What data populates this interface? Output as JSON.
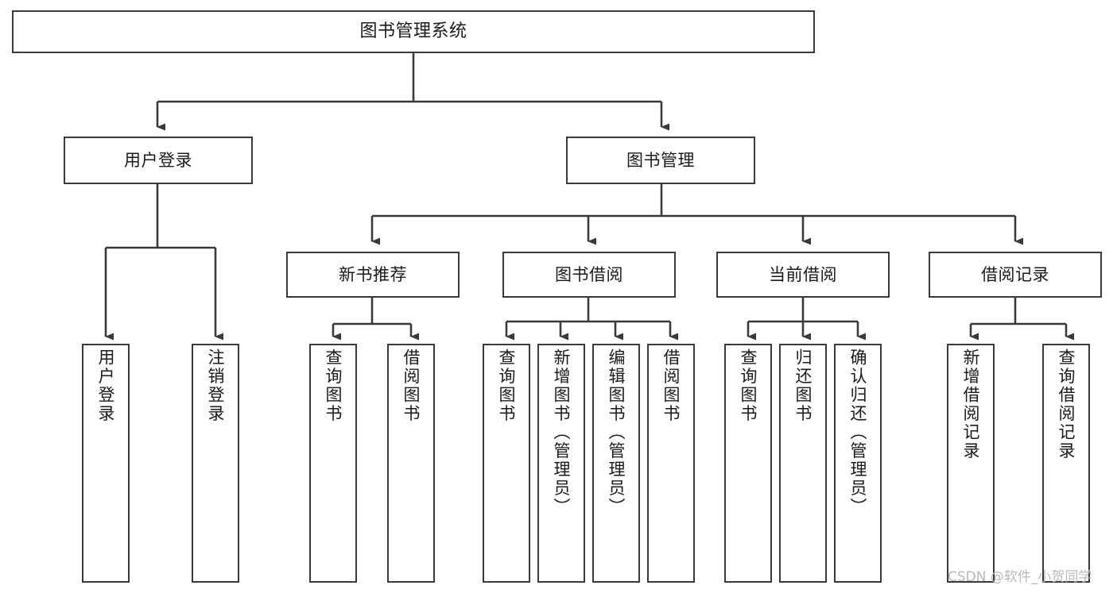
{
  "diagram": {
    "type": "tree-flowchart",
    "title": "图书管理系统",
    "background_color": "#ffffff",
    "line_color": "#3a3a3a",
    "text_color": "#1a1a1a"
  },
  "root": {
    "label": "图书管理系统"
  },
  "level2": [
    {
      "label": "用户登录"
    },
    {
      "label": "图书管理"
    }
  ],
  "level3": [
    {
      "label": "新书推荐"
    },
    {
      "label": "图书借阅"
    },
    {
      "label": "当前借阅"
    },
    {
      "label": "借阅记录"
    }
  ],
  "leaves": {
    "user_login": [
      {
        "label": "用户登录"
      },
      {
        "label": "注销登录"
      }
    ],
    "new_book": [
      {
        "label": "查询图书"
      },
      {
        "label": "借阅图书"
      }
    ],
    "book_borrow": [
      {
        "label": "查询图书"
      },
      {
        "label": "新增图书（管理员）"
      },
      {
        "label": "编辑图书（管理员）"
      },
      {
        "label": "借阅图书"
      }
    ],
    "current_borrow": [
      {
        "label": "查询图书"
      },
      {
        "label": "归还图书"
      },
      {
        "label": "确认归还（管理员）"
      }
    ],
    "borrow_record": [
      {
        "label": "新增借阅记录"
      },
      {
        "label": "查询借阅记录"
      }
    ]
  },
  "watermark": {
    "text": "CSDN @软件_小贺同学"
  }
}
